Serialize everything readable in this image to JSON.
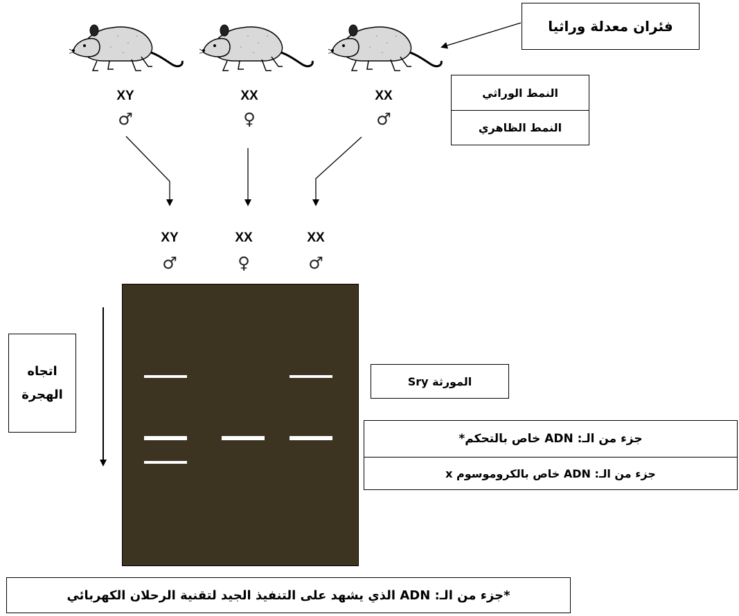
{
  "transgenic_label": "فئران معدلة وراثيا",
  "genotype_label": "النمط الوراثي",
  "phenotype_label": "النمط الظاهري",
  "mice": [
    {
      "genotype": "XY",
      "sex_symbol": "♂"
    },
    {
      "genotype": "XX",
      "sex_symbol": "♀"
    },
    {
      "genotype": "XX",
      "sex_symbol": "♂"
    }
  ],
  "lanes": [
    {
      "genotype": "XY",
      "sex_symbol": "♂"
    },
    {
      "genotype": "XX",
      "sex_symbol": "♀"
    },
    {
      "genotype": "XX",
      "sex_symbol": "♂"
    }
  ],
  "migration_label_line1": "اتجاه",
  "migration_label_line2": "الهجرة",
  "band_labels": {
    "sry": "المورثة Sry",
    "control": "جزء من الـ: ADN خاص بالتحكم*",
    "x_chrom": "جزء من الـ: ADN خاص بالكروموسوم x"
  },
  "footnote": "*جزء من الـ: ADN الذي يشهد على التنفيذ الجيد لتقنية الرحلان الكهربائي",
  "colors": {
    "gel": "#3d3321",
    "band": "#ffffff",
    "mouse_body": "#d9d9d9"
  }
}
